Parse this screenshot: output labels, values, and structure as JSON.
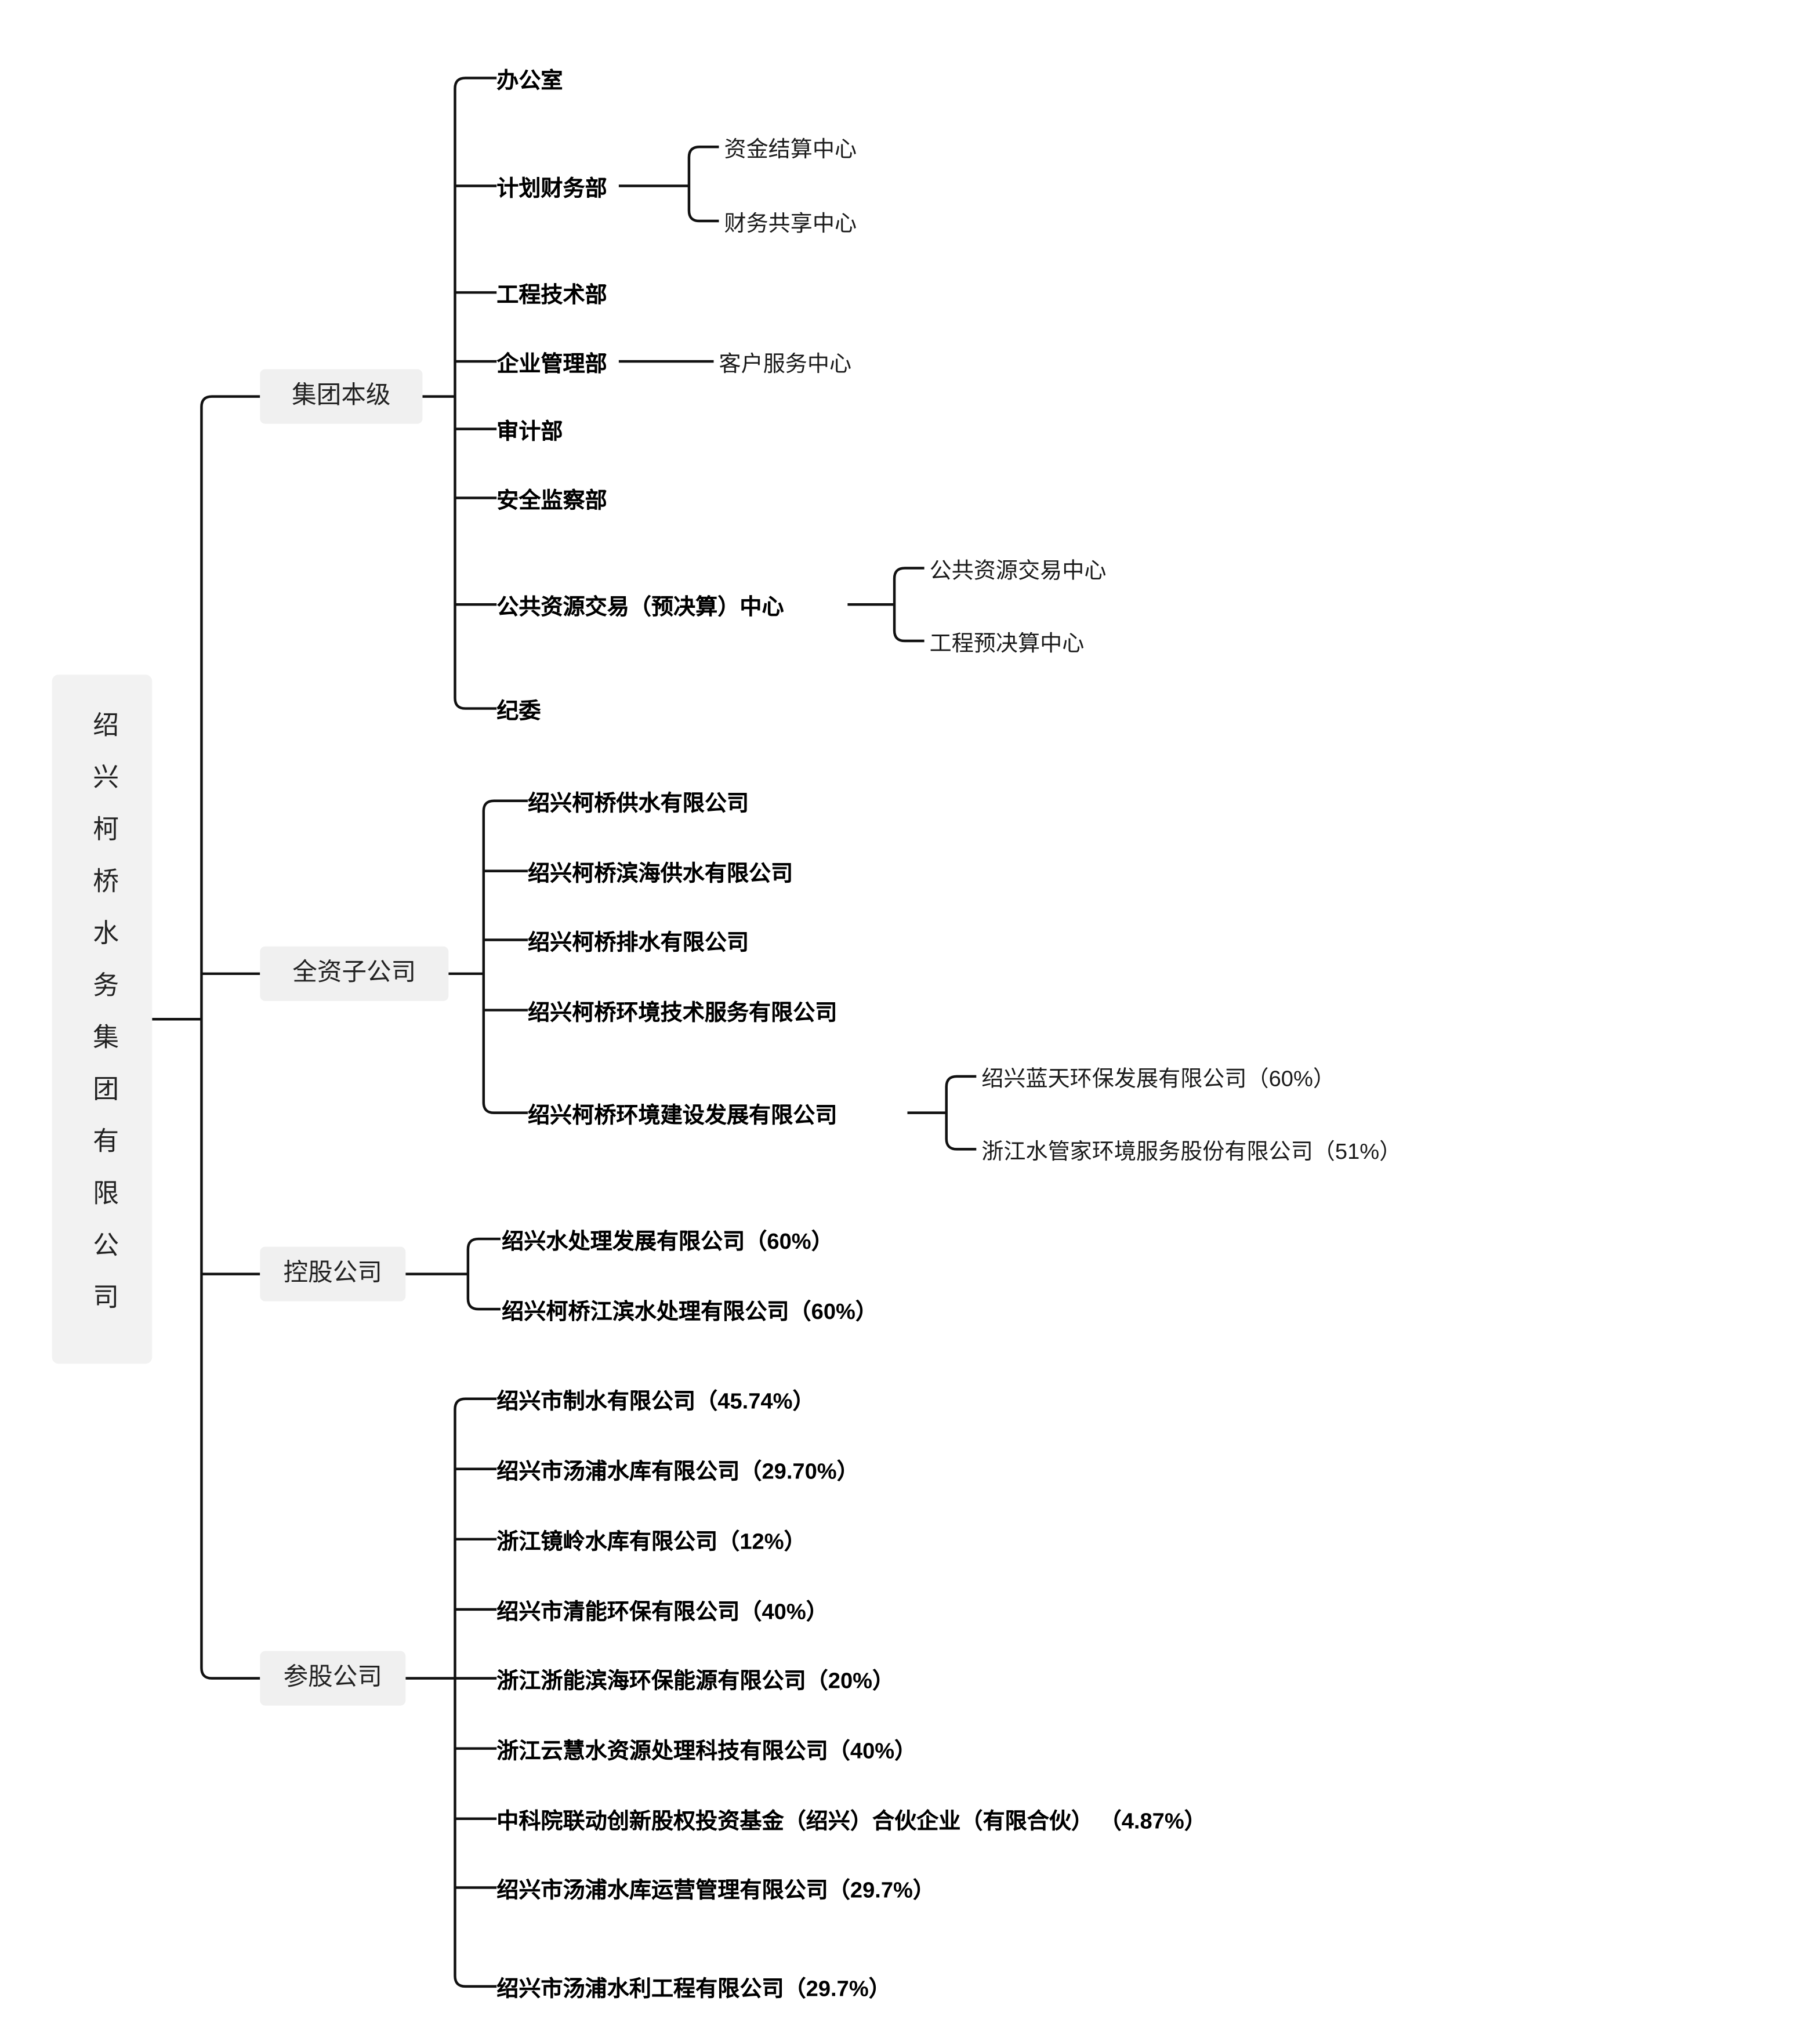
{
  "root": {
    "label": "绍兴柯桥水务集团有限公司"
  },
  "branches": [
    {
      "label": "集团本级",
      "children": [
        {
          "label": "办公室"
        },
        {
          "label": "计划财务部",
          "children": [
            {
              "label": "资金结算中心"
            },
            {
              "label": "财务共享中心"
            }
          ]
        },
        {
          "label": "工程技术部"
        },
        {
          "label": "企业管理部",
          "children": [
            {
              "label": "客户服务中心"
            }
          ]
        },
        {
          "label": "审计部"
        },
        {
          "label": "安全监察部"
        },
        {
          "label": "公共资源交易（预决算）中心",
          "children": [
            {
              "label": "公共资源交易中心"
            },
            {
              "label": "工程预决算中心"
            }
          ]
        },
        {
          "label": "纪委"
        }
      ]
    },
    {
      "label": "全资子公司",
      "children": [
        {
          "label": "绍兴柯桥供水有限公司"
        },
        {
          "label": "绍兴柯桥滨海供水有限公司"
        },
        {
          "label": "绍兴柯桥排水有限公司"
        },
        {
          "label": "绍兴柯桥环境技术服务有限公司"
        },
        {
          "label": "绍兴柯桥环境建设发展有限公司",
          "children": [
            {
              "label": "绍兴蓝天环保发展有限公司（60%）"
            },
            {
              "label": "浙江水管家环境服务股份有限公司（51%）"
            }
          ]
        }
      ]
    },
    {
      "label": "控股公司",
      "children": [
        {
          "label": "绍兴水处理发展有限公司（60%）"
        },
        {
          "label": "绍兴柯桥江滨水处理有限公司（60%）"
        }
      ]
    },
    {
      "label": "参股公司",
      "children": [
        {
          "label": "绍兴市制水有限公司（45.74%）"
        },
        {
          "label": "绍兴市汤浦水库有限公司（29.70%）"
        },
        {
          "label": "浙江镜岭水库有限公司（12%）"
        },
        {
          "label": "绍兴市清能环保有限公司（40%）"
        },
        {
          "label": "浙江浙能滨海环保能源有限公司（20%）"
        },
        {
          "label": "浙江云慧水资源处理科技有限公司（40%）"
        },
        {
          "label": "中科院联动创新股权投资基金（绍兴）合伙企业（有限合伙） （4.87%）"
        },
        {
          "label": "绍兴市汤浦水库运营管理有限公司（29.7%）"
        },
        {
          "label": "绍兴市汤浦水利工程有限公司（29.7%）"
        }
      ]
    }
  ]
}
